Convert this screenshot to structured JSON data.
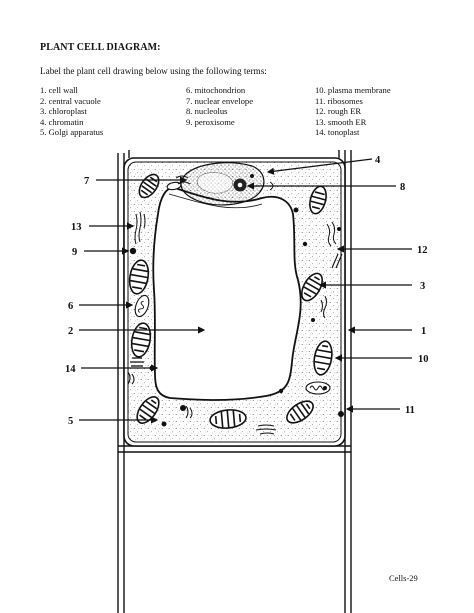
{
  "title": "PLANT CELL DIAGRAM:",
  "instructions": "Label the plant cell drawing below using the following terms:",
  "terms": {
    "col1": [
      "1.  cell wall",
      "2.  central vacuole",
      "3.  chloroplast",
      "4.  chromatin",
      "5.  Golgi apparatus"
    ],
    "col2": [
      "6.  mitochondrion",
      "7.  nuclear envelope",
      "8.  nucleolus",
      "9.  peroxisome"
    ],
    "col3": [
      "10.  plasma membrane",
      "11.  ribosomes",
      "12.  rough ER",
      "13.  smooth ER",
      "14.  tonoplast"
    ]
  },
  "labels": {
    "l1": "1",
    "l2": "2",
    "l3": "3",
    "l4": "4",
    "l5": "5",
    "l6": "6",
    "l7": "7",
    "l8": "8",
    "l9": "9",
    "l10": "10",
    "l11": "11",
    "l12": "12",
    "l13": "13",
    "l14": "14"
  },
  "footer": "Cells-29"
}
